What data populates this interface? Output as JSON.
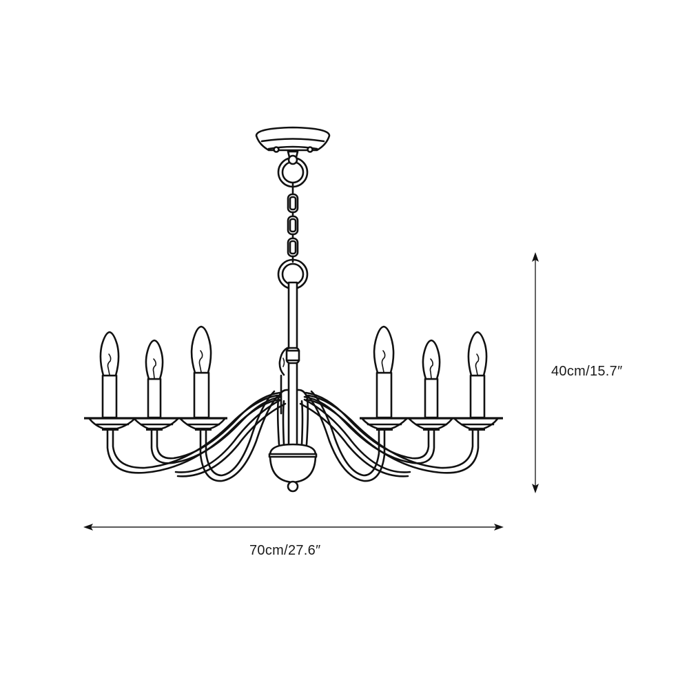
{
  "diagram": {
    "subject": "eight-arm candle chandelier line drawing",
    "bulbs_visible": 7,
    "dimensions": {
      "height_label": "40cm/15.7″",
      "width_label": "70cm/27.6″"
    },
    "colors": {
      "line": "#111111",
      "background": "#ffffff",
      "text": "#1a1a1a"
    }
  }
}
